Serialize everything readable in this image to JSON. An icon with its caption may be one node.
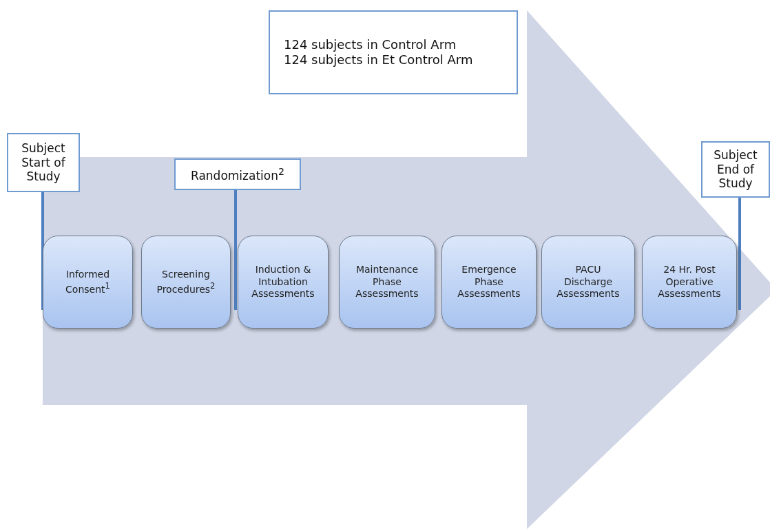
{
  "diagram": {
    "nodes": [
      {
        "text": [
          "124 subjects in Control Arm",
          "124 subjects in Et Control Arm"
        ]
      },
      {
        "text": [
          "Subject Start of Study"
        ]
      },
      {
        "text": [
          "Randomization$^{2}$"
        ]
      },
      {
        "text": [
          "Subject End of Study"
        ]
      },
      {
        "text": [
          "Informed Consent$^{1}$"
        ]
      },
      {
        "text": [
          "Screening Procedures$^{2}$"
        ]
      },
      {
        "text": [
          "Induction & Intubation Assessments"
        ]
      },
      {
        "text": [
          "Maintenance Phase Assessments"
        ]
      },
      {
        "text": [
          "Emergence Phase Assessments"
        ]
      },
      {
        "text": [
          "PACU Discharge Assessments"
        ]
      },
      {
        "text": [
          "24 Hr. Post Operative Assessments"
        ]
      }
    ],
    "edges": [
      {
        "from": 1,
        "to": 4,
        "arrow": "none"
      },
      {
        "from": 2,
        "to": 6,
        "arrow": "none"
      },
      {
        "from": 3,
        "to": 10,
        "arrow": "none"
      }
    ]
  }
}
